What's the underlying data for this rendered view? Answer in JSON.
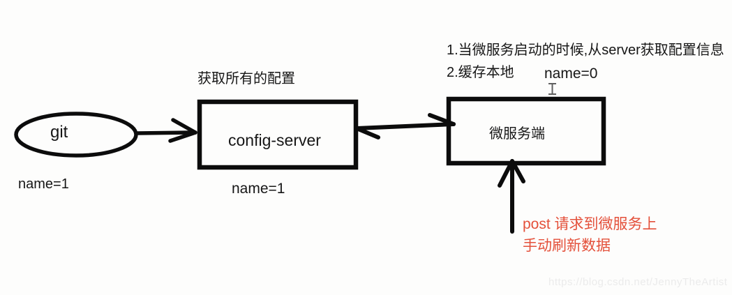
{
  "diagram": {
    "caption_config": "获取所有的配置",
    "nodes": {
      "git": {
        "label": "git",
        "shape": "ellipse",
        "annotation": "name=1"
      },
      "config_server": {
        "label": "config-server",
        "shape": "rect",
        "annotation": "name=1"
      },
      "microservice": {
        "label": "微服务端",
        "shape": "rect",
        "annotation": "name=0"
      }
    },
    "notes": {
      "line1": "1.当微服务启动的时候,从server获取配置信息",
      "line2": "2.缓存本地"
    },
    "post_note": {
      "line1": "post 请求到微服务上",
      "line2": "手动刷新数据"
    },
    "edges": [
      {
        "from": "git",
        "to": "config_server",
        "style": "arrow-right"
      },
      {
        "from": "config_server",
        "to": "microservice",
        "style": "arrow-both"
      },
      {
        "from": "below",
        "to": "microservice",
        "style": "arrow-up"
      }
    ],
    "icons": {
      "text_cursor": "i-beam-cursor"
    },
    "colors": {
      "ink": "#0c0c0c",
      "text": "#1a1a1a",
      "accent_red": "#e4503a",
      "cursor_gray": "#5f5f5f",
      "watermark_gray": "#ebebeb",
      "background": "#fdfdfc"
    },
    "watermark": "https://blog.csdn.net/JennyTheArtist"
  }
}
